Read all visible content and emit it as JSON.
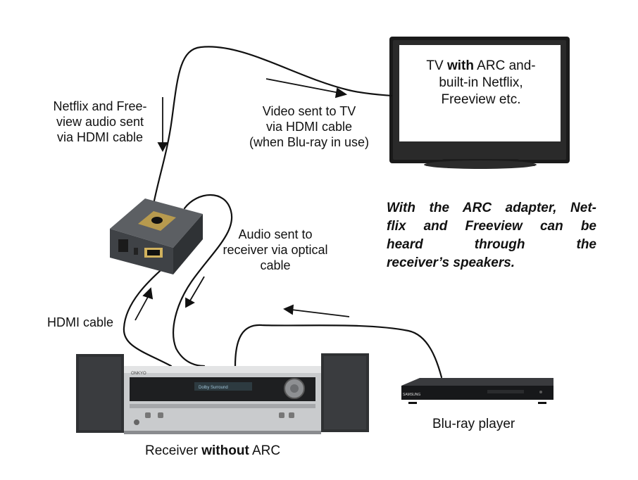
{
  "labels": {
    "netflix_audio": [
      "Netflix and Free-",
      "view audio sent",
      "via HDMI cable"
    ],
    "video_sent": [
      "Video sent to TV",
      "via HDMI cable",
      "(when Blu-ray in use)"
    ],
    "audio_optical": [
      "Audio sent to",
      "receiver via optical",
      "cable"
    ],
    "hdmi_cable": "HDMI cable",
    "bluray_player": "Blu-ray player",
    "receiver": {
      "prefix": "Receiver ",
      "bold": "without",
      "suffix": " ARC"
    }
  },
  "tv": {
    "line1_prefix": "TV ",
    "line1_bold": "with",
    "line1_suffix": " ARC and-",
    "line2": "built-in Netflix,",
    "line3": "Freeview etc."
  },
  "note": [
    "With the ARC adapter, Net-",
    "flix and Freeview can be",
    "heard through the",
    "receiver’s speakers."
  ],
  "devices": {
    "receiver_brand": "ONKYO",
    "receiver_display": "Dolby Surround",
    "bluray_brand": "SAMSUNG"
  },
  "colors": {
    "cable": "#111111",
    "adapter_body": "#4b4e52",
    "adapter_button_plate": "#b79a4e",
    "receiver_silver": "#c9cbcd",
    "speaker": "#2f3133"
  }
}
